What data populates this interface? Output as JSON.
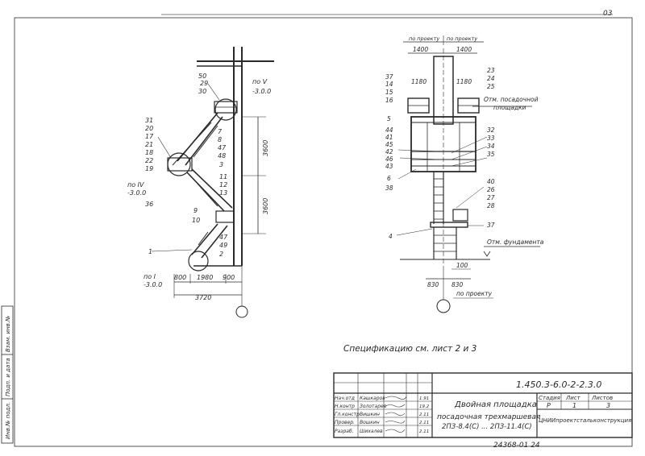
{
  "left_view": {
    "callouts_top": [
      "50",
      "29",
      "30"
    ],
    "callouts_left": [
      "31",
      "20",
      "17",
      "21",
      "18",
      "22",
      "19"
    ],
    "callouts_mid": [
      "7",
      "8",
      "47",
      "48",
      "3"
    ],
    "callouts_lower": [
      "11",
      "12",
      "13"
    ],
    "callouts_bottom": [
      "9",
      "10",
      "47",
      "49",
      "2"
    ],
    "label_1": "1",
    "label_36": "36",
    "level_top": "по V",
    "level_top_value": "-3.0.0",
    "level_mid": "по IV",
    "level_mid_value": "-3.0.0",
    "level_bottom": "по I",
    "level_bottom_value": "-3.0.0",
    "dim_3600_upper": "3600",
    "dim_3600_lower": "3600",
    "dim_800": "800",
    "dim_1980": "1980",
    "dim_900": "900",
    "dim_3720": "3720"
  },
  "right_view": {
    "hdr_left": "по проекту",
    "hdr_right": "по проекту",
    "dim_1400_left": "1400",
    "dim_1400_right": "1400",
    "dim_1180_left": "1180",
    "dim_1180_right": "1180",
    "callouts_left_top": [
      "37",
      "14",
      "15",
      "16"
    ],
    "callouts_right_top": [
      "23",
      "24",
      "25"
    ],
    "mark_platform": "Отм. посадочной",
    "mark_platform_2": "площадки",
    "label_5": "5",
    "callouts_left_mid": [
      "44",
      "41",
      "45",
      "42",
      "46",
      "43"
    ],
    "callouts_right_mid": [
      "32",
      "33",
      "34",
      "35"
    ],
    "label_6": "6",
    "label_38": "38",
    "callouts_right_low": [
      "40",
      "26",
      "27",
      "28"
    ],
    "label_37": "37",
    "label_4": "4",
    "mark_foundation": "Отм. фундамента",
    "dim_100": "100",
    "dim_830_left": "830",
    "dim_830_right": "830",
    "by_project": "по проекту"
  },
  "spec_note": "Спецификацию   см.   лист   2 и 3",
  "title_block": {
    "code": "1.450.3-6.0-2-2.3.0",
    "title_line1": "Двойная площадка",
    "title_line2": "посадочная трехмаршевая",
    "title_line3": "2ПЗ-8.4(С) ... 2ПЗ-11.4(С)",
    "stage_label": "Стадия",
    "sheet_label": "Лист",
    "sheets_label": "Листов",
    "stage_value": "Р",
    "sheet_value": "1",
    "sheets_value": "3",
    "org": "ЦНИИпроектстальконструкция",
    "roles": [
      "Нач.отд",
      "Н.контр",
      "Гл.констр",
      "Провер.",
      "Разраб."
    ],
    "names": [
      "Кашкаров",
      "Золотарев",
      "Вишкин",
      "Вошкин",
      "Шихалев"
    ],
    "dates": [
      "1.91",
      "19.2",
      "2.11",
      "2.11",
      "2.11"
    ],
    "doc_number": "24368-01   24"
  },
  "side_stamp": [
    "Инв.№ подл.",
    "Подп. и дата",
    "Взам. инв.№"
  ],
  "corner_mark": "03"
}
